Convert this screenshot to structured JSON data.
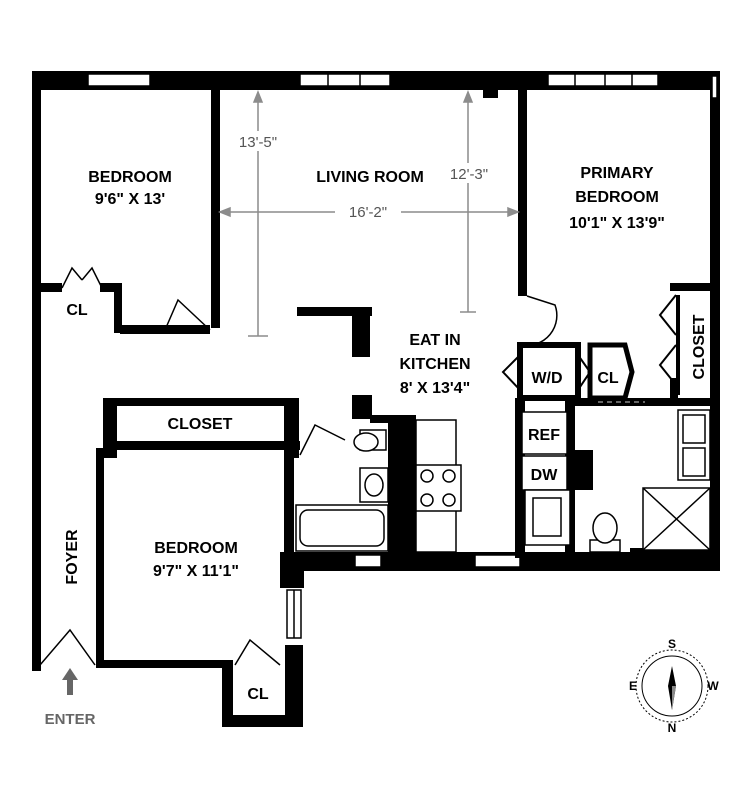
{
  "rooms": {
    "bedroom_left": {
      "name": "BEDROOM",
      "size": "9'6\" X 13'"
    },
    "living_room": {
      "name": "LIVING ROOM"
    },
    "primary_bedroom": {
      "name_line1": "PRIMARY",
      "name_line2": "BEDROOM",
      "size": "10'1\" X 13'9\""
    },
    "eat_in_kitchen": {
      "name_line1": "EAT IN",
      "name_line2": "KITCHEN",
      "size": "8' X 13'4\""
    },
    "bedroom_lower": {
      "name": "BEDROOM",
      "size": "9'7\" X 11'1\""
    }
  },
  "labels": {
    "cl_upper_left": "CL",
    "closet_middle": "CLOSET",
    "closet_right": "CLOSET",
    "wd": "W/D",
    "cl_kitchen": "CL",
    "ref": "REF",
    "dw": "DW",
    "foyer": "FOYER",
    "cl_bottom": "CL",
    "enter": "ENTER"
  },
  "dimensions": {
    "living_height": "13'-5\"",
    "living_width": "16'-2\"",
    "living_depth": "12'-3\""
  },
  "compass": {
    "n": "N",
    "s": "S",
    "e": "E",
    "w": "W"
  },
  "colors": {
    "wall": "#000000",
    "dimension_line": "#8c8c8c",
    "text": "#000000",
    "enter_text": "#666666"
  }
}
